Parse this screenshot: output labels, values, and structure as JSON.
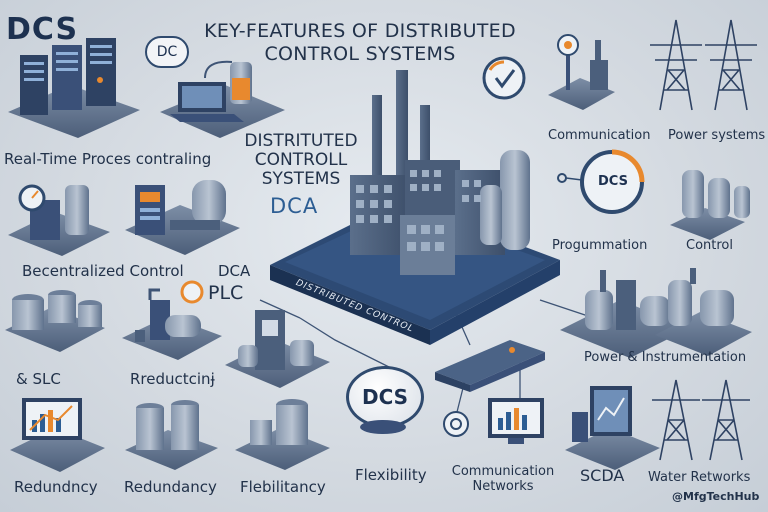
{
  "logo": "DCS",
  "badge_dc": "DC",
  "title_line1": "KEY-FEATURES OF DISTRIBUTED",
  "title_line2": "CONTROL SYSTEMS",
  "center": {
    "line1": "DISTRITUTED",
    "line2": "CONTROLL",
    "line3": "SYSTEMS",
    "acronym": "DCA",
    "platform_text": "DISTRIBUTED CONTROL"
  },
  "labels": {
    "realtime": "Real-Time Proces contraling",
    "becentralized": "Becentralized Control",
    "dca_left": "DCA",
    "plc": "PLC",
    "slc": "& SLC",
    "reductcin": "Rreductcinɉ",
    "redundancy_left": "Redundncy",
    "redundancy_mid": "Redundancy",
    "flebilitancy": "Flebilitancy",
    "flexibility": "Flexibility",
    "comm_networks_1": "Communication",
    "comm_networks_2": "Networks",
    "scda": "SCDA",
    "water_networks": "Water Retworks",
    "communication": "Communication",
    "power_systems": "Power systems",
    "progumation": "Progummation",
    "control": "Control",
    "power_instr": "Power & Instrumentation",
    "dcs_ring": "DCS",
    "dcs_disc": "DCS"
  },
  "handle": "@MfgTechHub",
  "colors": {
    "background": "#d5dbe2",
    "navy": "#1d3150",
    "steel": "#5a6f8c",
    "accent_orange": "#e8892e",
    "accent_blue": "#2c5d93"
  }
}
